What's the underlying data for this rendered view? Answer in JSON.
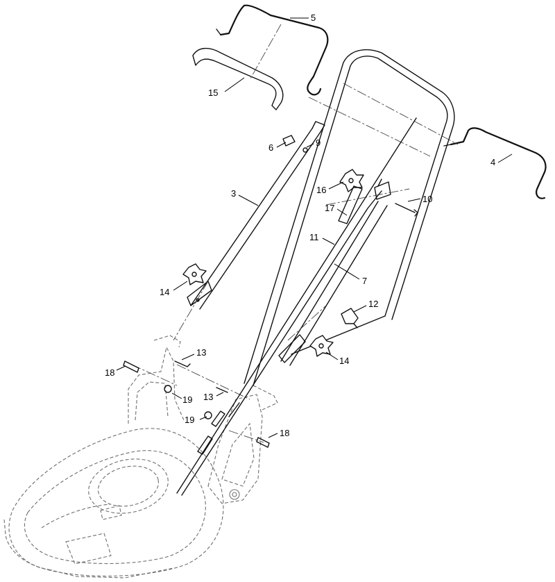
{
  "diagram": {
    "callouts": [
      {
        "key": "c5",
        "label": "5"
      },
      {
        "key": "c15",
        "label": "15"
      },
      {
        "key": "c6",
        "label": "6"
      },
      {
        "key": "c9",
        "label": "9"
      },
      {
        "key": "c4",
        "label": "4"
      },
      {
        "key": "c3",
        "label": "3"
      },
      {
        "key": "c16",
        "label": "16"
      },
      {
        "key": "c10",
        "label": "10"
      },
      {
        "key": "c17",
        "label": "17"
      },
      {
        "key": "c11",
        "label": "11"
      },
      {
        "key": "c7",
        "label": "7"
      },
      {
        "key": "c14a",
        "label": "14"
      },
      {
        "key": "c12",
        "label": "12"
      },
      {
        "key": "c13a",
        "label": "13"
      },
      {
        "key": "c14b",
        "label": "14"
      },
      {
        "key": "c18a",
        "label": "18"
      },
      {
        "key": "c19a",
        "label": "19"
      },
      {
        "key": "c13b",
        "label": "13"
      },
      {
        "key": "c19b",
        "label": "19"
      },
      {
        "key": "c18b",
        "label": "18"
      }
    ]
  }
}
